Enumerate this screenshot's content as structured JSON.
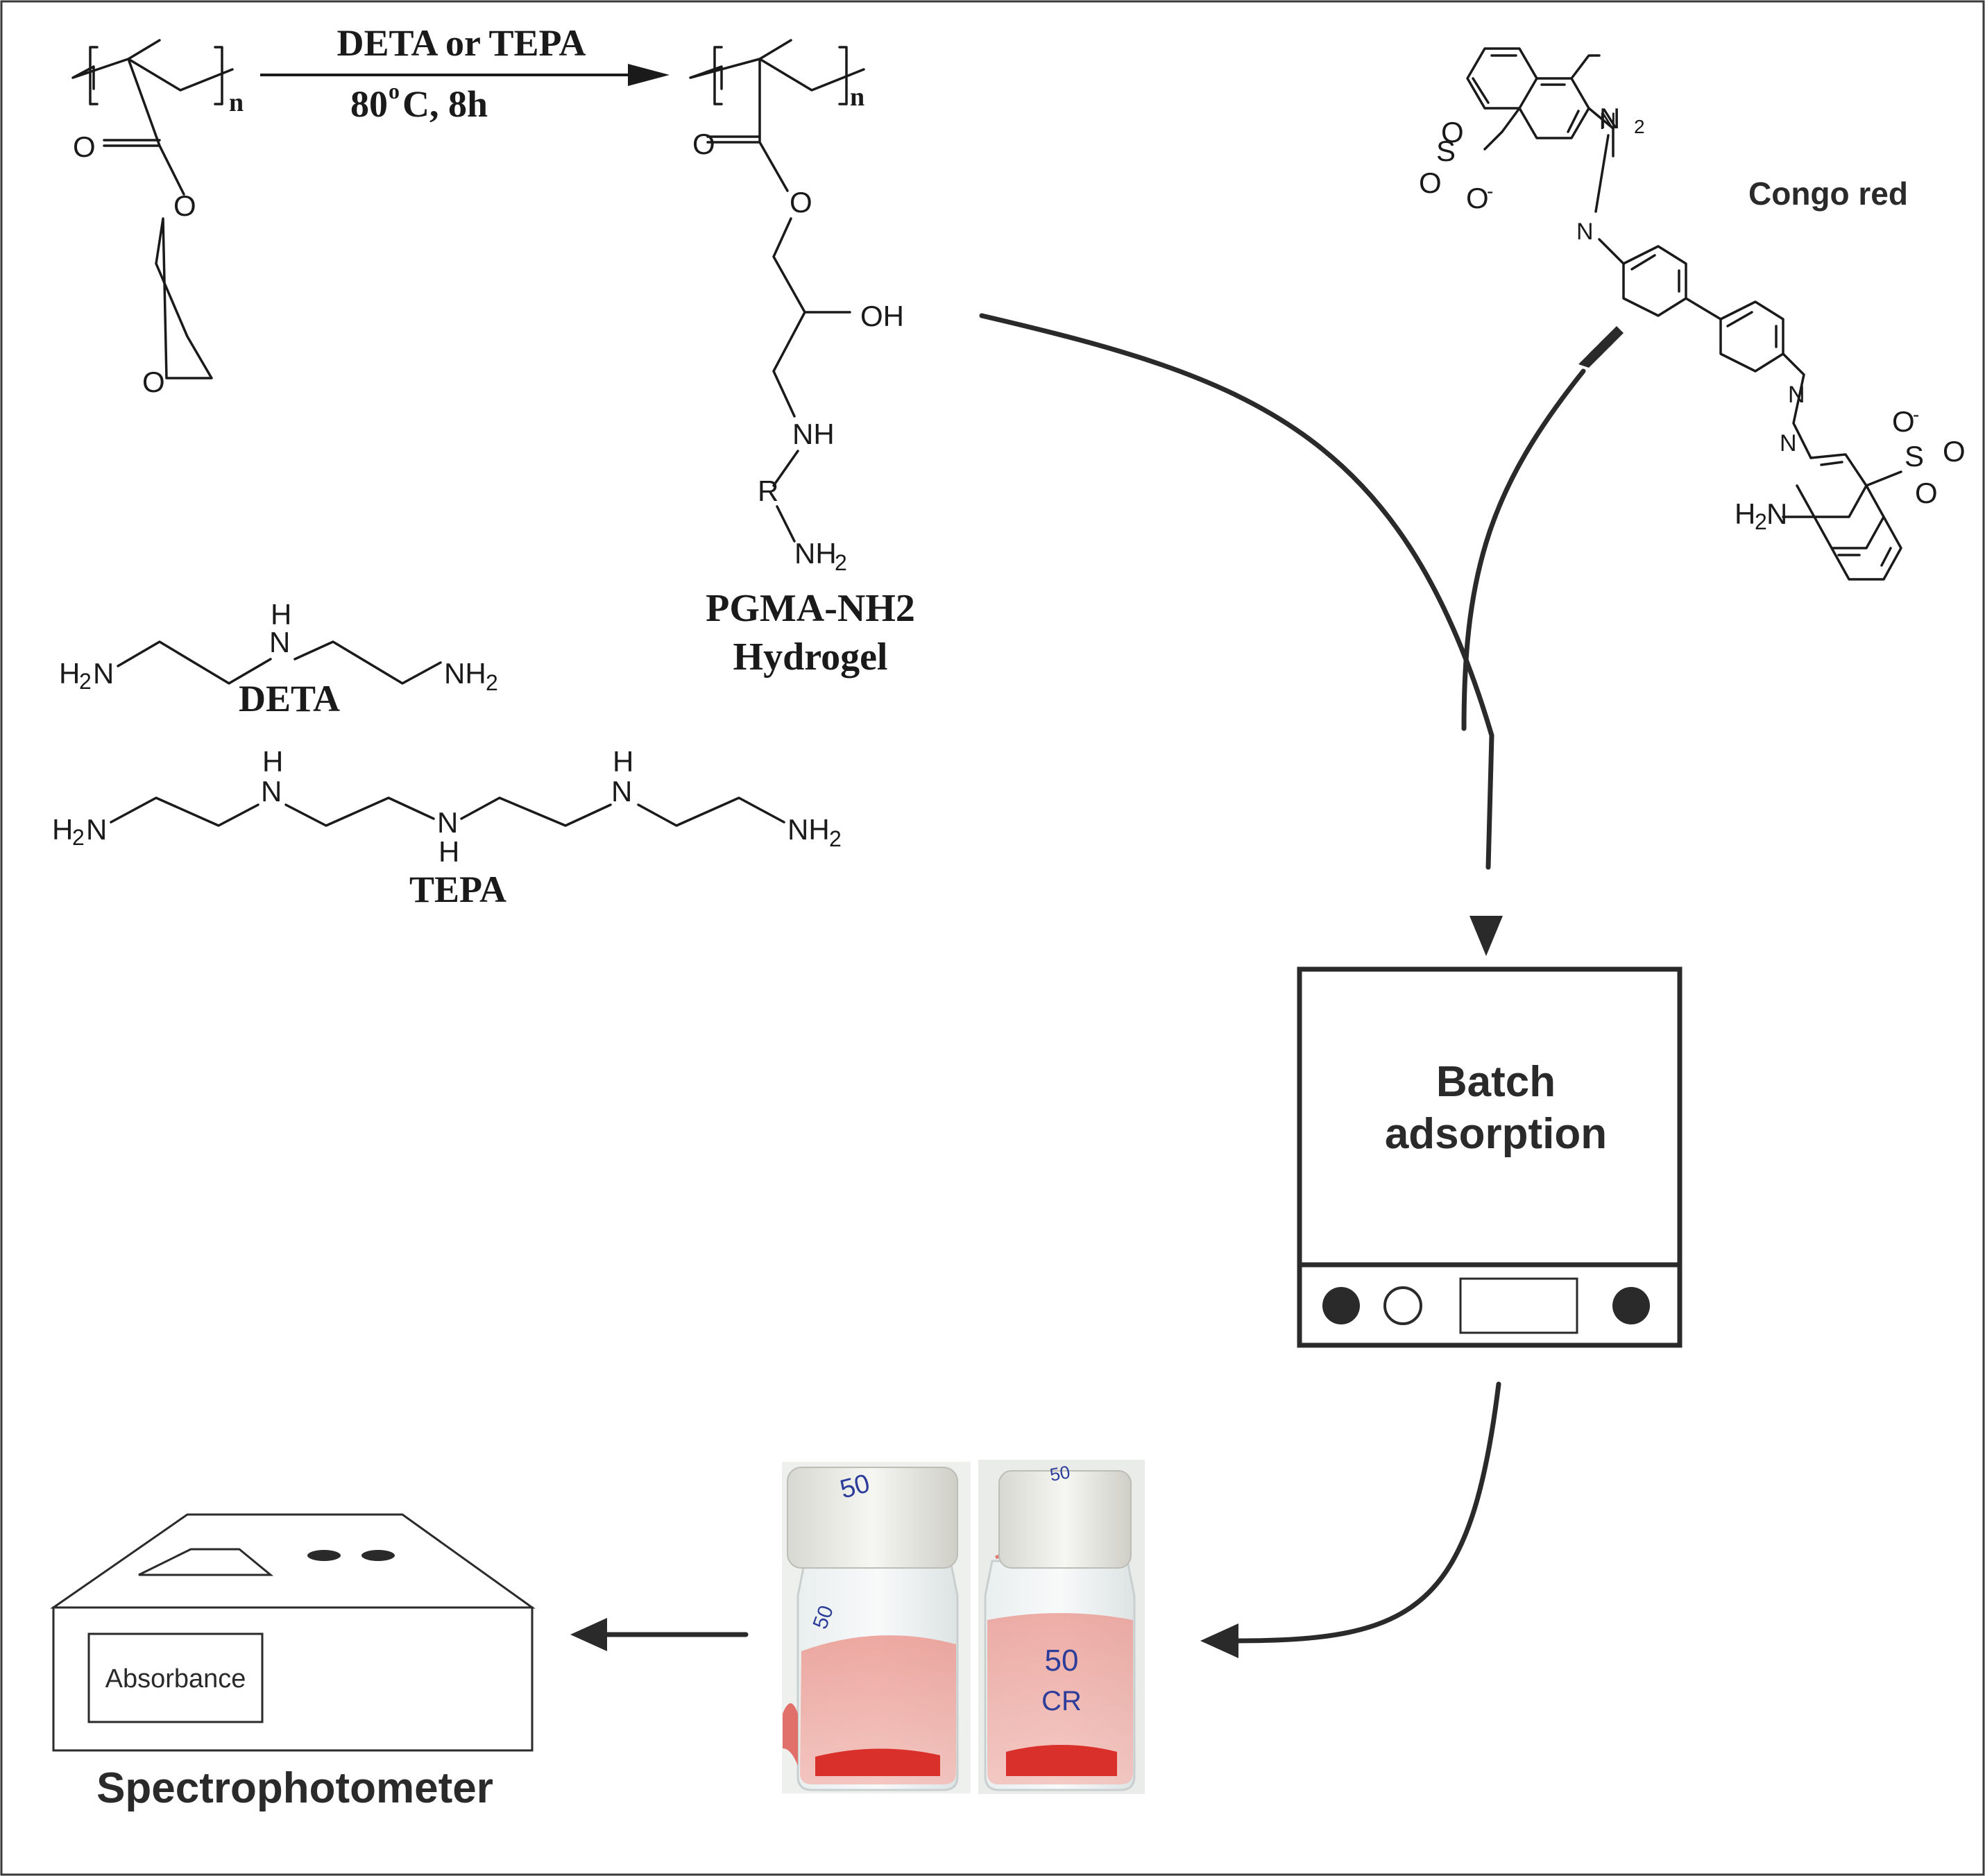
{
  "reaction": {
    "reagents": "DETA or TEPA",
    "conditions_temp": "80",
    "conditions_deg": "o",
    "conditions_rest": "C, 8h",
    "repeat_unit_n": "n",
    "product_label_line1": "PGMA-NH2",
    "product_label_line2": "Hydrogel"
  },
  "atoms": {
    "O": "O",
    "OH": "OH",
    "NH": "NH",
    "R": "R",
    "NH2_main": "NH",
    "sub2": "2",
    "H": "H",
    "N": "N",
    "H2N_H": "H",
    "H2N_N": "N",
    "S": "S",
    "O_minus": "O",
    "minus": "-",
    "N2_N": "N",
    "N2_sub": "2"
  },
  "amines": {
    "deta_label": "DETA",
    "tepa_label": "TEPA"
  },
  "dye": {
    "label": "Congo red"
  },
  "batch": {
    "line1": "Batch",
    "line2": "adsorption"
  },
  "spectro": {
    "screen_label": "Absorbance",
    "label": "Spectrophotometer"
  },
  "vials": {
    "left_cap_mark": "50",
    "left_side_mark": "50",
    "right_cap_mark": "50",
    "right_label_line1": "50",
    "right_label_line2": "CR"
  },
  "colors": {
    "line": "#2a2a2a",
    "dye_solution": "#f1a9a3",
    "dye_gel": "#d9302c",
    "vial_label_ink": "#2d3d9a",
    "background": "#ffffff"
  }
}
